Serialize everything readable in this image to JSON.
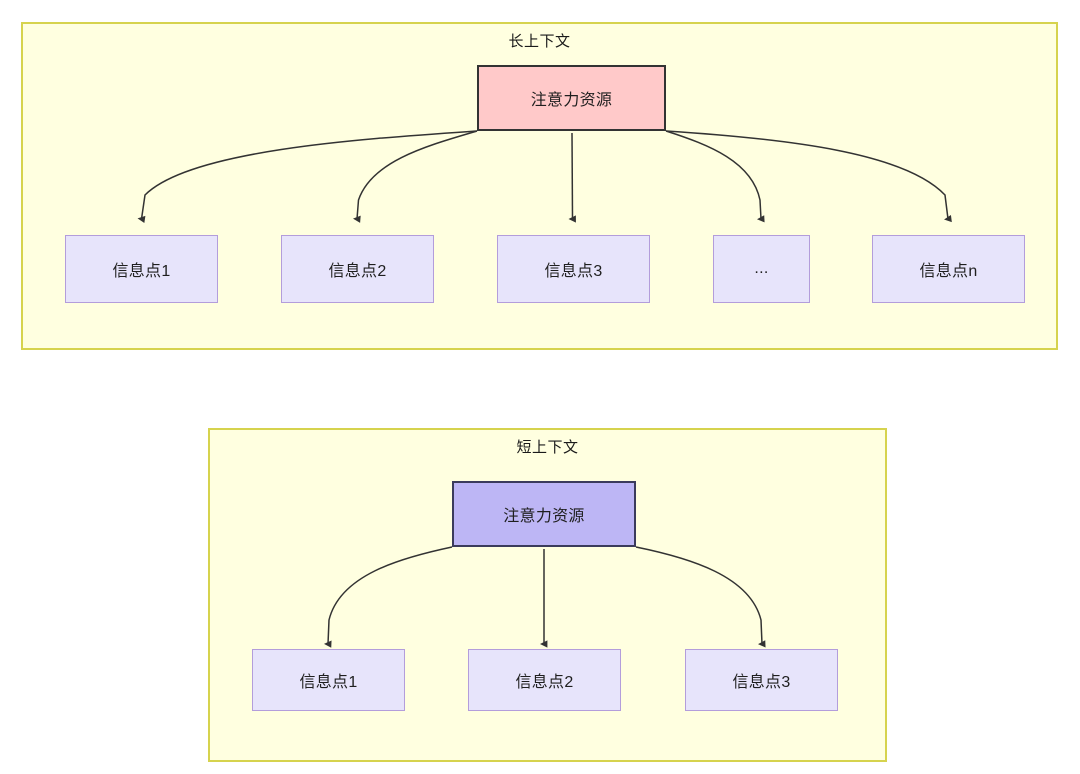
{
  "diagrams": [
    {
      "id": "long-context",
      "title": "长上下文",
      "source": {
        "label": "注意力资源",
        "fill": "#ffc9c9",
        "stroke": "#333333"
      },
      "targets": [
        {
          "label": "信息点1"
        },
        {
          "label": "信息点2"
        },
        {
          "label": "信息点3"
        },
        {
          "label": "..."
        },
        {
          "label": "信息点n"
        }
      ],
      "frame": {
        "fill": "#ffffe0",
        "stroke": "#d6d34e"
      },
      "edge_color": "#333333",
      "edge_count": 5
    },
    {
      "id": "short-context",
      "title": "短上下文",
      "source": {
        "label": "注意力资源",
        "fill": "#bdb6f5",
        "stroke": "#3b3b5c"
      },
      "targets": [
        {
          "label": "信息点1"
        },
        {
          "label": "信息点2"
        },
        {
          "label": "信息点3"
        }
      ],
      "frame": {
        "fill": "#ffffe0",
        "stroke": "#d6d34e"
      },
      "edge_color": "#333333",
      "edge_count": 3
    }
  ],
  "palette": {
    "canvas": "#ffffff",
    "frame_fill": "#ffffe0",
    "frame_stroke": "#d6d34e",
    "info_fill": "#e7e4fb",
    "info_stroke": "#b39ddb",
    "attention_long_fill": "#ffc9c9",
    "attention_long_stroke": "#333333",
    "attention_short_fill": "#bdb6f5",
    "attention_short_stroke": "#3b3b5c",
    "text": "#1f1f1f",
    "edge": "#333333"
  }
}
